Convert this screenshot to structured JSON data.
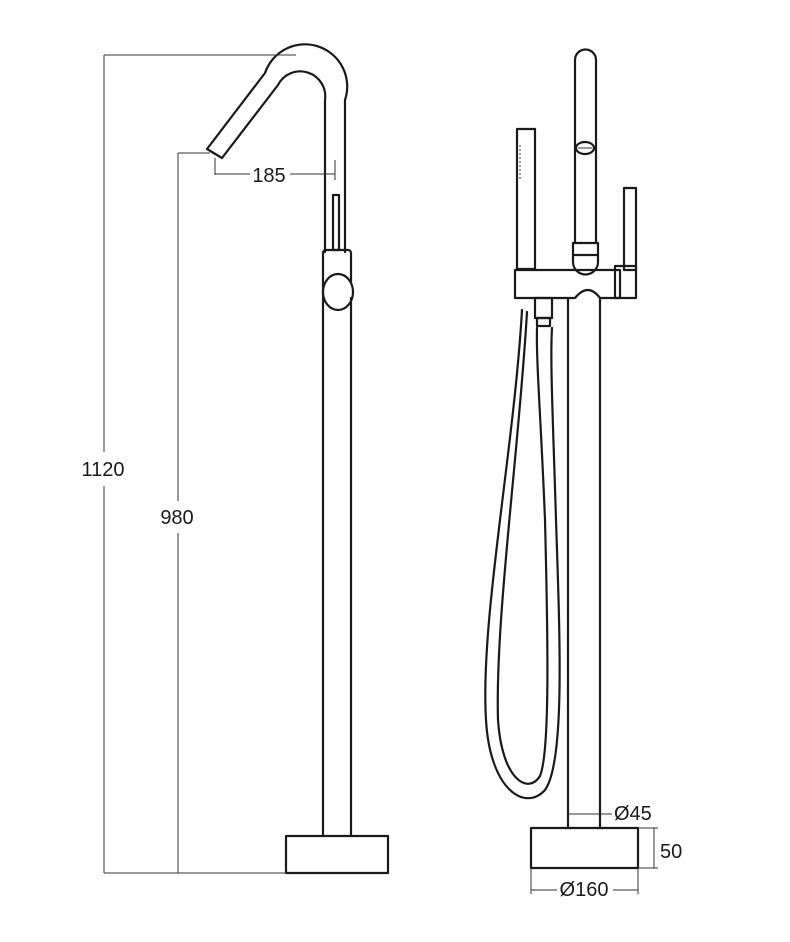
{
  "dimensions": {
    "total_height": "1120",
    "spout_height": "980",
    "spout_reach": "185",
    "pipe_diameter": "Ø45",
    "base_height": "50",
    "base_diameter": "Ø160"
  },
  "colors": {
    "line": "#1a1a1a",
    "background": "#ffffff"
  }
}
